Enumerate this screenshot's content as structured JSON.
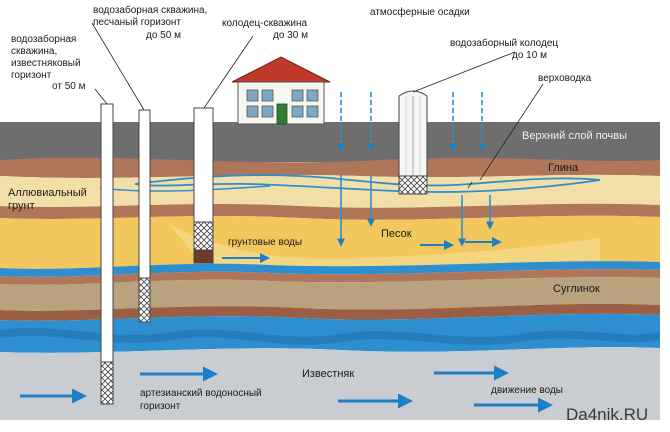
{
  "labels": {
    "atmospheric": "атмосферные осадки",
    "well_limestone": [
      "водозаборная",
      "скважина,",
      "известняковый",
      "горизонт",
      "от 50 м"
    ],
    "well_sand": [
      "водозаборная скважина,",
      "песчаный горизонт",
      "до 50 м"
    ],
    "well_shaft": [
      "колодец-скважина",
      "до 30 м"
    ],
    "dug_well": [
      "водозаборный колодец",
      "до 10 м"
    ],
    "perched": "верховодка",
    "topsoil": "Верхний слой почвы",
    "clay": "Глина",
    "alluvial": [
      "Аллювиальный",
      "грунт"
    ],
    "groundwater": "грунтовые воды",
    "sand": "Песок",
    "loam": "Суглинок",
    "limestone": "Известняк",
    "artesian": [
      "артезианский водоносный",
      "горизонт"
    ],
    "flow": "движение воды",
    "watermark": "Da4nik.RU"
  },
  "colors": {
    "sky": "#ffffff",
    "topsoil": "#6e6e6e",
    "brown_band": "#b0765a",
    "light_sand": "#f2dfa7",
    "sand": "#f1c75e",
    "loam": "#b9a27d",
    "water_blue": "#2d8fcf",
    "limestone": "#c9ccd0",
    "arrow_blue": "#1e7fc6",
    "roof": "#c0392b"
  },
  "icons": {
    "house": "house-icon",
    "rain": "rain-arrows",
    "flow": "flow-arrow"
  }
}
